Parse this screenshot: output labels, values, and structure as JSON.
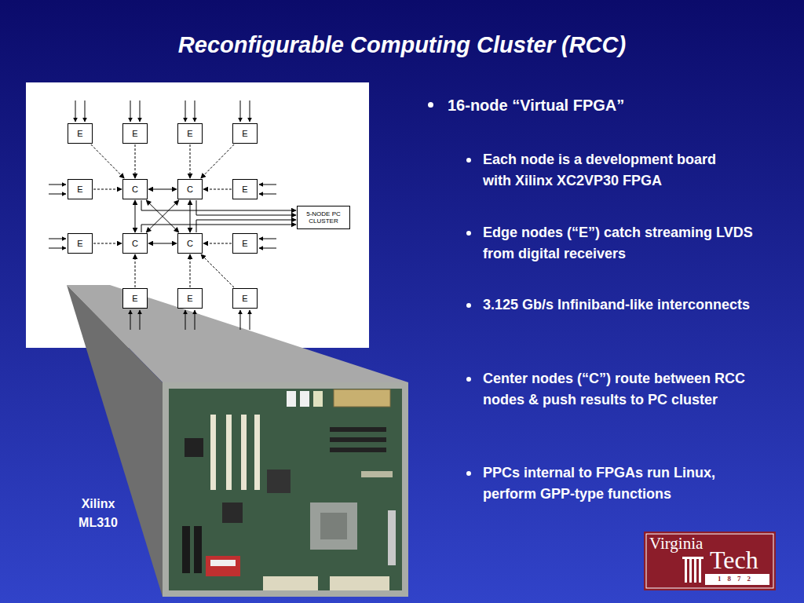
{
  "diagram": {
    "title": "Reconfigurable Computing Cluster (RCC)",
    "nodes": [
      {
        "text": [
          "E"
        ]
      },
      {
        "text": [
          "E"
        ]
      },
      {
        "text": [
          "E"
        ]
      },
      {
        "text": [
          "E"
        ]
      },
      {
        "text": [
          "E"
        ]
      },
      {
        "text": [
          "C"
        ]
      },
      {
        "text": [
          "C"
        ]
      },
      {
        "text": [
          "E"
        ]
      },
      {
        "text": [
          "5-NODE PC CLUSTER"
        ]
      },
      {
        "text": [
          "E"
        ]
      },
      {
        "text": [
          "C"
        ]
      },
      {
        "text": [
          "C"
        ]
      },
      {
        "text": [
          "E"
        ]
      },
      {
        "text": [
          "E"
        ]
      },
      {
        "text": [
          "E"
        ]
      },
      {
        "text": [
          "E"
        ]
      }
    ],
    "edges": [
      {
        "from": 0,
        "to": 5,
        "arrow": "to"
      },
      {
        "from": 1,
        "to": 5,
        "arrow": "to"
      },
      {
        "from": 2,
        "to": 6,
        "arrow": "to"
      },
      {
        "from": 3,
        "to": 6,
        "arrow": "to"
      },
      {
        "from": 4,
        "to": 5,
        "arrow": "to"
      },
      {
        "from": 5,
        "to": 6,
        "arrow": "both"
      },
      {
        "from": 7,
        "to": 6,
        "arrow": "to"
      },
      {
        "from": 5,
        "to": 10,
        "arrow": "both"
      },
      {
        "from": 5,
        "to": 11,
        "arrow": "both"
      },
      {
        "from": 6,
        "to": 10,
        "arrow": "both"
      },
      {
        "from": 6,
        "to": 11,
        "arrow": "both"
      },
      {
        "from": 5,
        "to": 8,
        "arrow": "to"
      },
      {
        "from": 6,
        "to": 8,
        "arrow": "to"
      },
      {
        "from": 10,
        "to": 8,
        "arrow": "to"
      },
      {
        "from": 11,
        "to": 8,
        "arrow": "to"
      },
      {
        "from": 9,
        "to": 10,
        "arrow": "to"
      },
      {
        "from": 10,
        "to": 11,
        "arrow": "both"
      },
      {
        "from": 12,
        "to": 11,
        "arrow": "to"
      },
      {
        "from": 13,
        "to": 10,
        "arrow": "to"
      },
      {
        "from": 14,
        "to": 11,
        "arrow": "to"
      },
      {
        "from": 15,
        "to": 11,
        "arrow": "to"
      }
    ],
    "labels": [
      "16-node “Virtual FPGA”",
      "Each node is a development board with Xilinx XC2VP30 FPGA",
      "Edge nodes (“E”) catch streaming LVDS from digital receivers",
      "3.125 Gb/s Infiniband-like interconnects",
      "Center nodes (“C”) route between RCC nodes & push results to PC cluster",
      "PPCs internal to FPGAs run Linux, perform GPP-type functions",
      "Xilinx ML310",
      "Virginia",
      "Tech",
      "1872"
    ]
  }
}
